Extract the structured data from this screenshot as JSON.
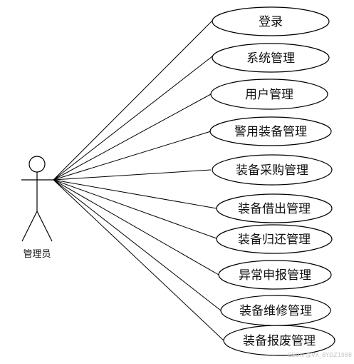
{
  "actor": {
    "label": "管理员"
  },
  "use_cases": [
    {
      "label": "登录"
    },
    {
      "label": "系统管理"
    },
    {
      "label": "用户管理"
    },
    {
      "label": "警用装备管理"
    },
    {
      "label": "装备采购管理"
    },
    {
      "label": "装备借出管理"
    },
    {
      "label": "装备归还管理"
    },
    {
      "label": "异常申报管理"
    },
    {
      "label": "装备维修管理"
    },
    {
      "label": "装备报废管理"
    }
  ],
  "watermark": "CSDN @VX_BYDZ1988",
  "colors": {
    "stroke": "#000000",
    "text": "#111111",
    "watermark": "#c4c4c4"
  }
}
